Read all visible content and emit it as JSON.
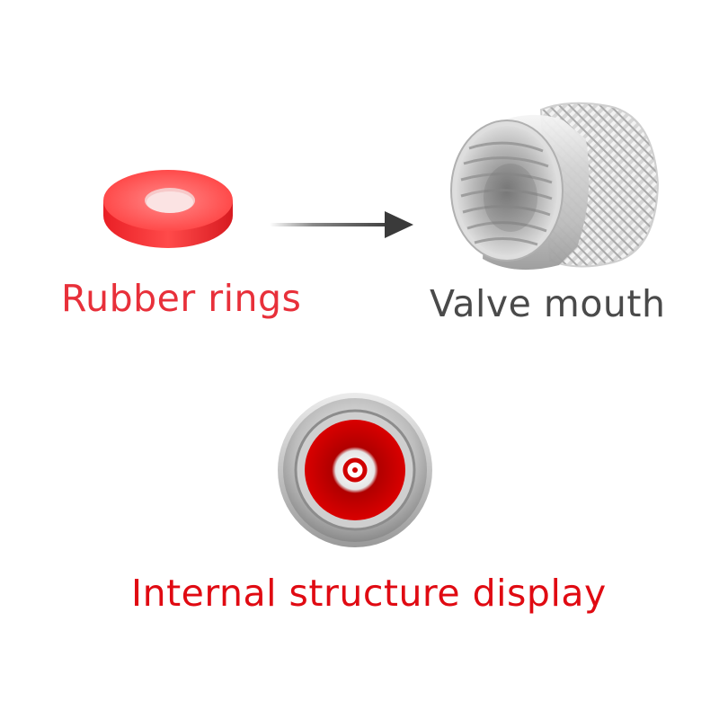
{
  "labels": {
    "rubber_rings": "Rubber rings",
    "valve_mouth": "Valve mouth",
    "internal_structure": "Internal structure display"
  },
  "colors": {
    "background": "#ffffff",
    "rubber_label": "#e8303a",
    "valve_label": "#4a4a4a",
    "internal_label": "#e00a12",
    "rubber_ring": "#ff3b3b",
    "arrow": "#3a3a3a",
    "metal": "#c9c9c9",
    "inner_red": "#d40000"
  },
  "icons": {
    "rubber": "rubber-ring-icon",
    "arrow": "arrow-right-icon",
    "valve": "valve-cap-icon",
    "internal": "valve-internal-icon"
  }
}
